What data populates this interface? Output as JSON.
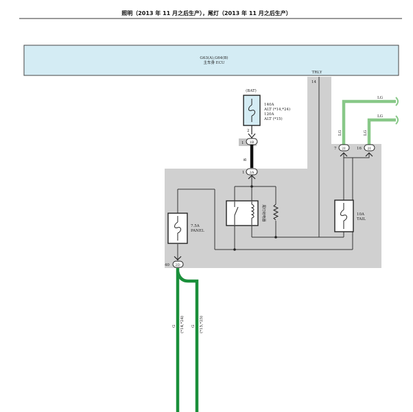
{
  "page": {
    "title": "照明（2013 年 11 月之后生产），尾灯（2013 年 11 月之后生产）"
  },
  "ecu": {
    "line1": "G63(A),G64(B)",
    "line2": "主车身 ECU",
    "pin_name": "TRLY",
    "pin_num": "14"
  },
  "fuse_bat": {
    "label": "(BAT)",
    "line1": "140A",
    "line2": "ALT (*14,*24)",
    "line3": "120A",
    "line4": "ALT (*15)"
  },
  "connectors": {
    "c1_pin": "1",
    "c1_id": "1B",
    "c2_pin": "1",
    "c2_id": "2A",
    "c3_pin": "7",
    "c3_id": "2I",
    "c4_pin": "16",
    "c4_id": "2I",
    "c5_pin": "40",
    "c5_id": "2D"
  },
  "relay": {
    "label": "尾灯继电器"
  },
  "fuse_panel": {
    "line1": "7.5A",
    "line2": "PANEL"
  },
  "fuse_tail": {
    "line1": "10A",
    "line2": "TAIL"
  },
  "wires": {
    "bat_top_pin": "2",
    "bat_color": "B",
    "lg_right1": "LG",
    "lg_right2": "LG",
    "lg_vert1": "LG",
    "lg_vert2": "LG",
    "g_left": "G",
    "g_left_note": "(*14,*24)",
    "g_right": "G",
    "g_right_note": "(*15,*25)"
  },
  "colors": {
    "ecu_fill": "#d4ecf4",
    "shade": "#d0d0d0",
    "light_green": "#88c888",
    "dark_green": "#1a8f3a",
    "wire": "#333333"
  }
}
